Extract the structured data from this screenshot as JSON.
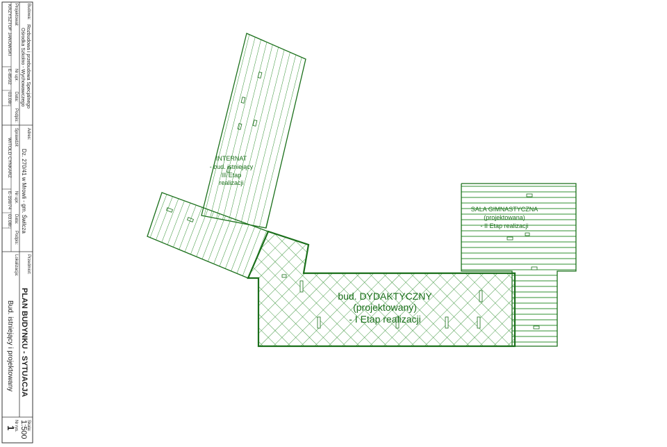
{
  "title_block": {
    "label_budowa": "Budowa:",
    "budowa_line1": "Rozbudowa i przebudowa Specjalnego",
    "budowa_line2": "Ośrodka Szkolno - Wychowawczego",
    "label_adres": "Adres:",
    "adres": "Dz. 270/41 w Mrowli - gm. Świlcza",
    "label_przedmiot": "Przedmiot:",
    "przedmiot": "PLAN BUDYNKU - SYTUACJA",
    "label_lokalizacja": "Lokalizacja:",
    "lokalizacja": "Bud. istniejący i projektowany",
    "label_skala": "Skala:",
    "skala": "1:500",
    "label_nr_rys": "Nr rys.",
    "nr_rys": "1",
    "label_projektowal": "Projektował:",
    "label_nr_upr_1": "Nr upr.",
    "label_data_1": "Data:",
    "label_podpis_1": "Podpis:",
    "projektowal_name": "KRZYSZTOF JANOWSKI",
    "projektowal_upr": "E-85/02",
    "projektowal_data": "03.08r.",
    "label_sprawdzil": "Sprawdził:",
    "label_nr_upr_2": "Nr upr.",
    "label_data_2": "Data:",
    "label_podpis_2": "Podpis:",
    "sprawdzil_name": "WITOLD CYNKARZ",
    "sprawdzil_upr": "E-190/74",
    "sprawdzil_data": "03.08r."
  },
  "buildings": {
    "internat": {
      "line1": "INTERNAT",
      "line2": "- bud. istniejący",
      "line3": "III Etap",
      "line4": "realizacji"
    },
    "sala": {
      "line1": "SALA GIMNASTYCZNA",
      "line2": "(projektowana)",
      "line3": "- II Etap realizacji"
    },
    "dydaktyczny": {
      "line1": "bud. DYDAKTYCZNY",
      "line2": "(projektowany)",
      "line3": "- I Etap realizacji"
    }
  },
  "colors": {
    "outline": "#1a6f1a",
    "hatch": "#2f8f2f",
    "frame": "#333333"
  }
}
